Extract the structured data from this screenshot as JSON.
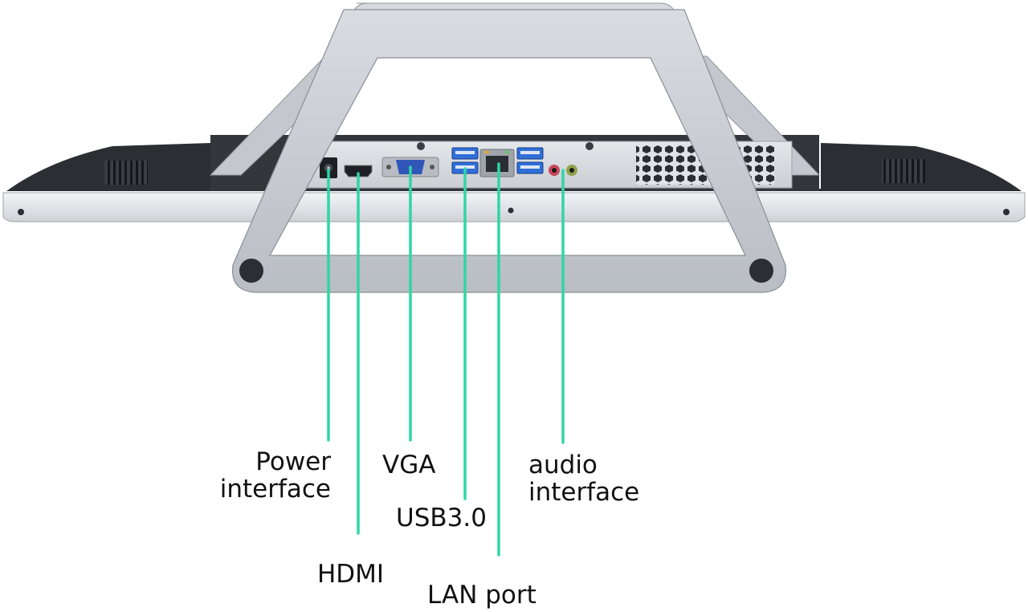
{
  "callouts": {
    "power": {
      "line1": "Power",
      "line2": "interface"
    },
    "hdmi": {
      "text": "HDMI"
    },
    "vga": {
      "text": "VGA"
    },
    "usb": {
      "text": "USB3.0"
    },
    "lan": {
      "text": "LAN port"
    },
    "audio": {
      "line1": "audio",
      "line2": "interface"
    }
  },
  "colors": {
    "leader_line": "#2fd6a6",
    "stand": "#c9cdd3",
    "panel_dark": "#2b2e33",
    "panel_silver": "#e3e6ea",
    "usb_blue": "#2f6fd8",
    "vga_blue": "#3057b8"
  }
}
